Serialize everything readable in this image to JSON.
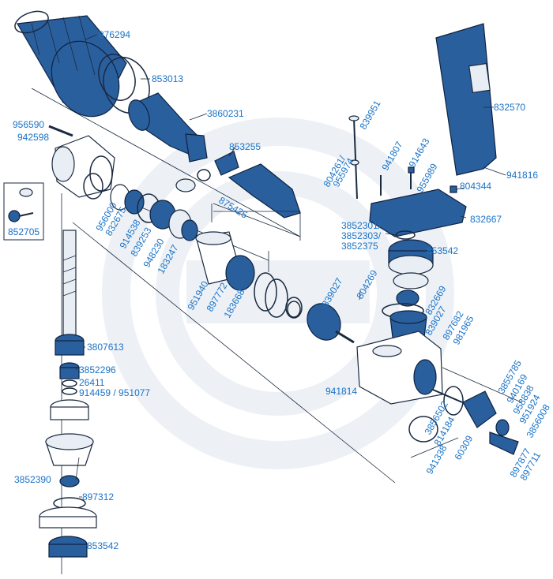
{
  "diagram": {
    "colors": {
      "label": "#1a73c8",
      "part_blue": "#2a5f9e",
      "watermark": "#dfe6f0"
    },
    "labels": {
      "p876294": "876294",
      "p853013": "853013",
      "p3860231": "3860231",
      "p956590": "956590",
      "p942598": "942598",
      "p853255": "853255",
      "p832570": "832570",
      "p839951": "839951",
      "p941807": "941807",
      "p914643": "914643",
      "p804261": "804261/",
      "p955974": "955974",
      "p955989": "955989",
      "p941816": "941816",
      "p804344": "804344",
      "p852705": "852705",
      "p956000": "956000",
      "p832675": "832675",
      "p914538": "914538",
      "p839253": "839253",
      "p948230": "948230",
      "p183247": "183247",
      "p875425": "875425",
      "p832667": "832667",
      "p3852301": "3852301/",
      "p3852303": "3852303/",
      "p3852375": "3852375",
      "p853542a": "853542",
      "p951940": "951940",
      "p897772": "897772",
      "p183668": "183668",
      "p839027a": "839027",
      "p804269": "804269",
      "p832669": "832669",
      "p839027b": "839027",
      "p897682": "897682",
      "p981965": "981965",
      "p3807613": "3807613",
      "p3852296": "3852296",
      "p26411": "26411",
      "p914459": "914459 / 951077",
      "p941814": "941814",
      "p3855785": "3855785",
      "p940169": "940169",
      "p958838": "958838",
      "p951924": "951924",
      "p3856008": "3856008",
      "p3856502": "3856502",
      "p814184": "814184",
      "p941338": "941338",
      "p60309": "60309",
      "p897877": "897877",
      "p897711": "897711",
      "p3852390": "3852390",
      "p897312": "897312",
      "p853542b": "853542"
    }
  }
}
